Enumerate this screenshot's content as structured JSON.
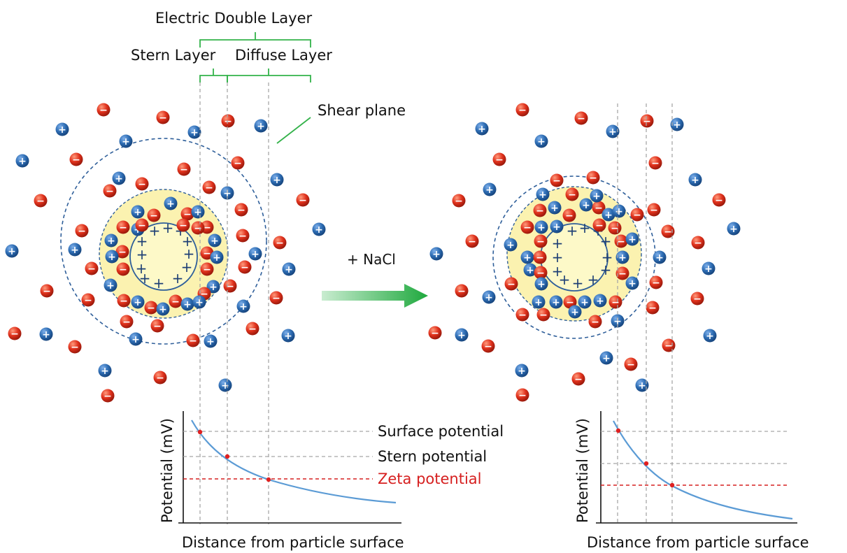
{
  "labels": {
    "electric_double_layer": "Electric Double Layer",
    "stern_layer": "Stern Layer",
    "diffuse_layer": "Diffuse Layer",
    "shear_plane": "Shear plane",
    "nacl": "+ NaCl"
  },
  "plot_labels": {
    "y_axis": "Potential (mV)",
    "x_axis": "Distance from particle surface",
    "surface_potential": "Surface potential",
    "stern_potential": "Stern potential",
    "zeta_potential": "Zeta potential"
  },
  "ion_symbols": {
    "cation": "+",
    "anion": "−"
  },
  "colors": {
    "cation": "#2e6db4",
    "anion": "#e0311c",
    "particle_fill": "#fdf9c8",
    "stern_region_fill": "#fbf2b0",
    "boundary": "#2f5f9a",
    "guide_line": "#a8a8a8",
    "bracket": "#33b24a",
    "curve": "#5b9bd5",
    "zeta": "#d62020",
    "arrow": "#2db34a"
  }
}
